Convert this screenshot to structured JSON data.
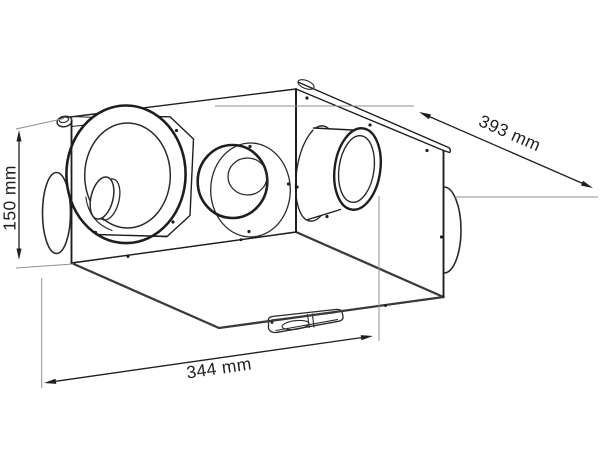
{
  "dimension_labels": {
    "height": "150 mm",
    "depth": "393 mm",
    "width": "344 mm"
  },
  "colors": {
    "line": "#1e1e1e",
    "extension_line": "#8f8f8f",
    "background": "#ffffff"
  }
}
